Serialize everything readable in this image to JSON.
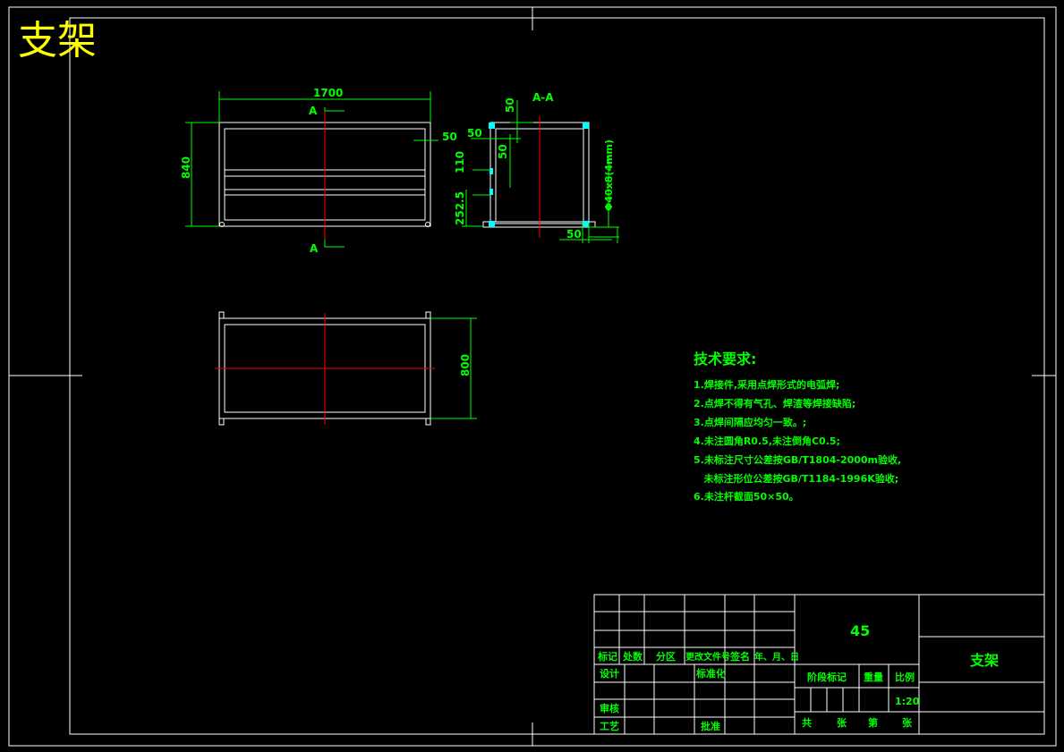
{
  "drawing": {
    "title": "支架",
    "colors": {
      "background": "#000000",
      "outline": "#ffffff",
      "dimension": "#00ff00",
      "centerline": "#ff0000",
      "title_text": "#ffff00",
      "weld": "#00ffff"
    }
  },
  "views": {
    "front": {
      "dim_width": "1700",
      "dim_height": "840",
      "dim_offset": "50",
      "section_mark_top": "A",
      "section_mark_bottom": "A"
    },
    "section": {
      "label": "A-A",
      "dim_top_right": "50",
      "dim_left": "50",
      "dim_inner": "50",
      "dim_110": "110",
      "dim_252": "252.5",
      "dim_bottom": "50",
      "dim_pipe": "Φ40x8(4mm)"
    },
    "top": {
      "dim_depth": "800"
    }
  },
  "tech_requirements": {
    "heading": "技术要求:",
    "items": [
      "1.焊接件,采用点焊形式的电弧焊;",
      "2.点焊不得有气孔、焊渣等焊接缺陷;",
      "3.点焊间隔应均匀一致。;",
      "4.未注圆角R0.5,未注倒角C0.5;",
      "5.未标注尺寸公差按GB/T1804-2000m验收,",
      "   未标注形位公差按GB/T1184-1996K验收;",
      "6.未注杆截面50×50。"
    ]
  },
  "title_block": {
    "material": "45",
    "part_name": "支架",
    "header_row": [
      "标记",
      "处数",
      "分区",
      "更改文件号",
      "签名",
      "年、月、日"
    ],
    "design": "设计",
    "standardize": "标准化",
    "review": "审核",
    "process": "工艺",
    "approve": "批准",
    "stage_mark": "阶段标记",
    "weight": "重量",
    "scale_label": "比例",
    "scale_value": "1:20",
    "sheets_total": "共",
    "sheets_unit": "张",
    "sheet_no": "第",
    "sheet_unit2": "张"
  }
}
